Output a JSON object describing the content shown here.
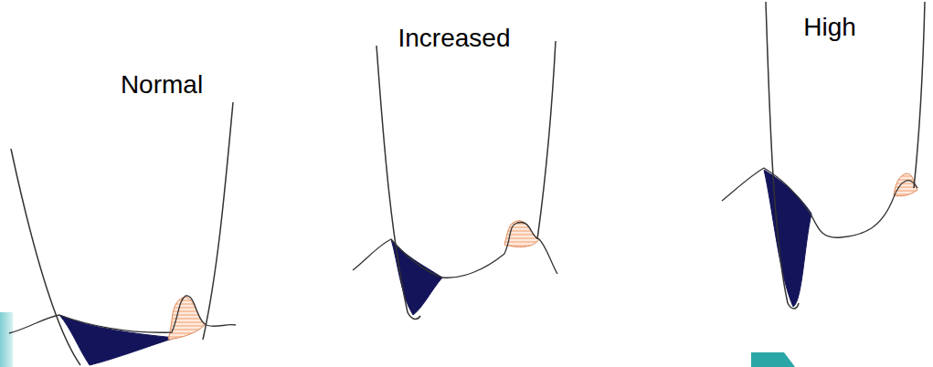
{
  "diagram": {
    "labels": [
      "Normal",
      "Increased",
      "High"
    ]
  }
}
